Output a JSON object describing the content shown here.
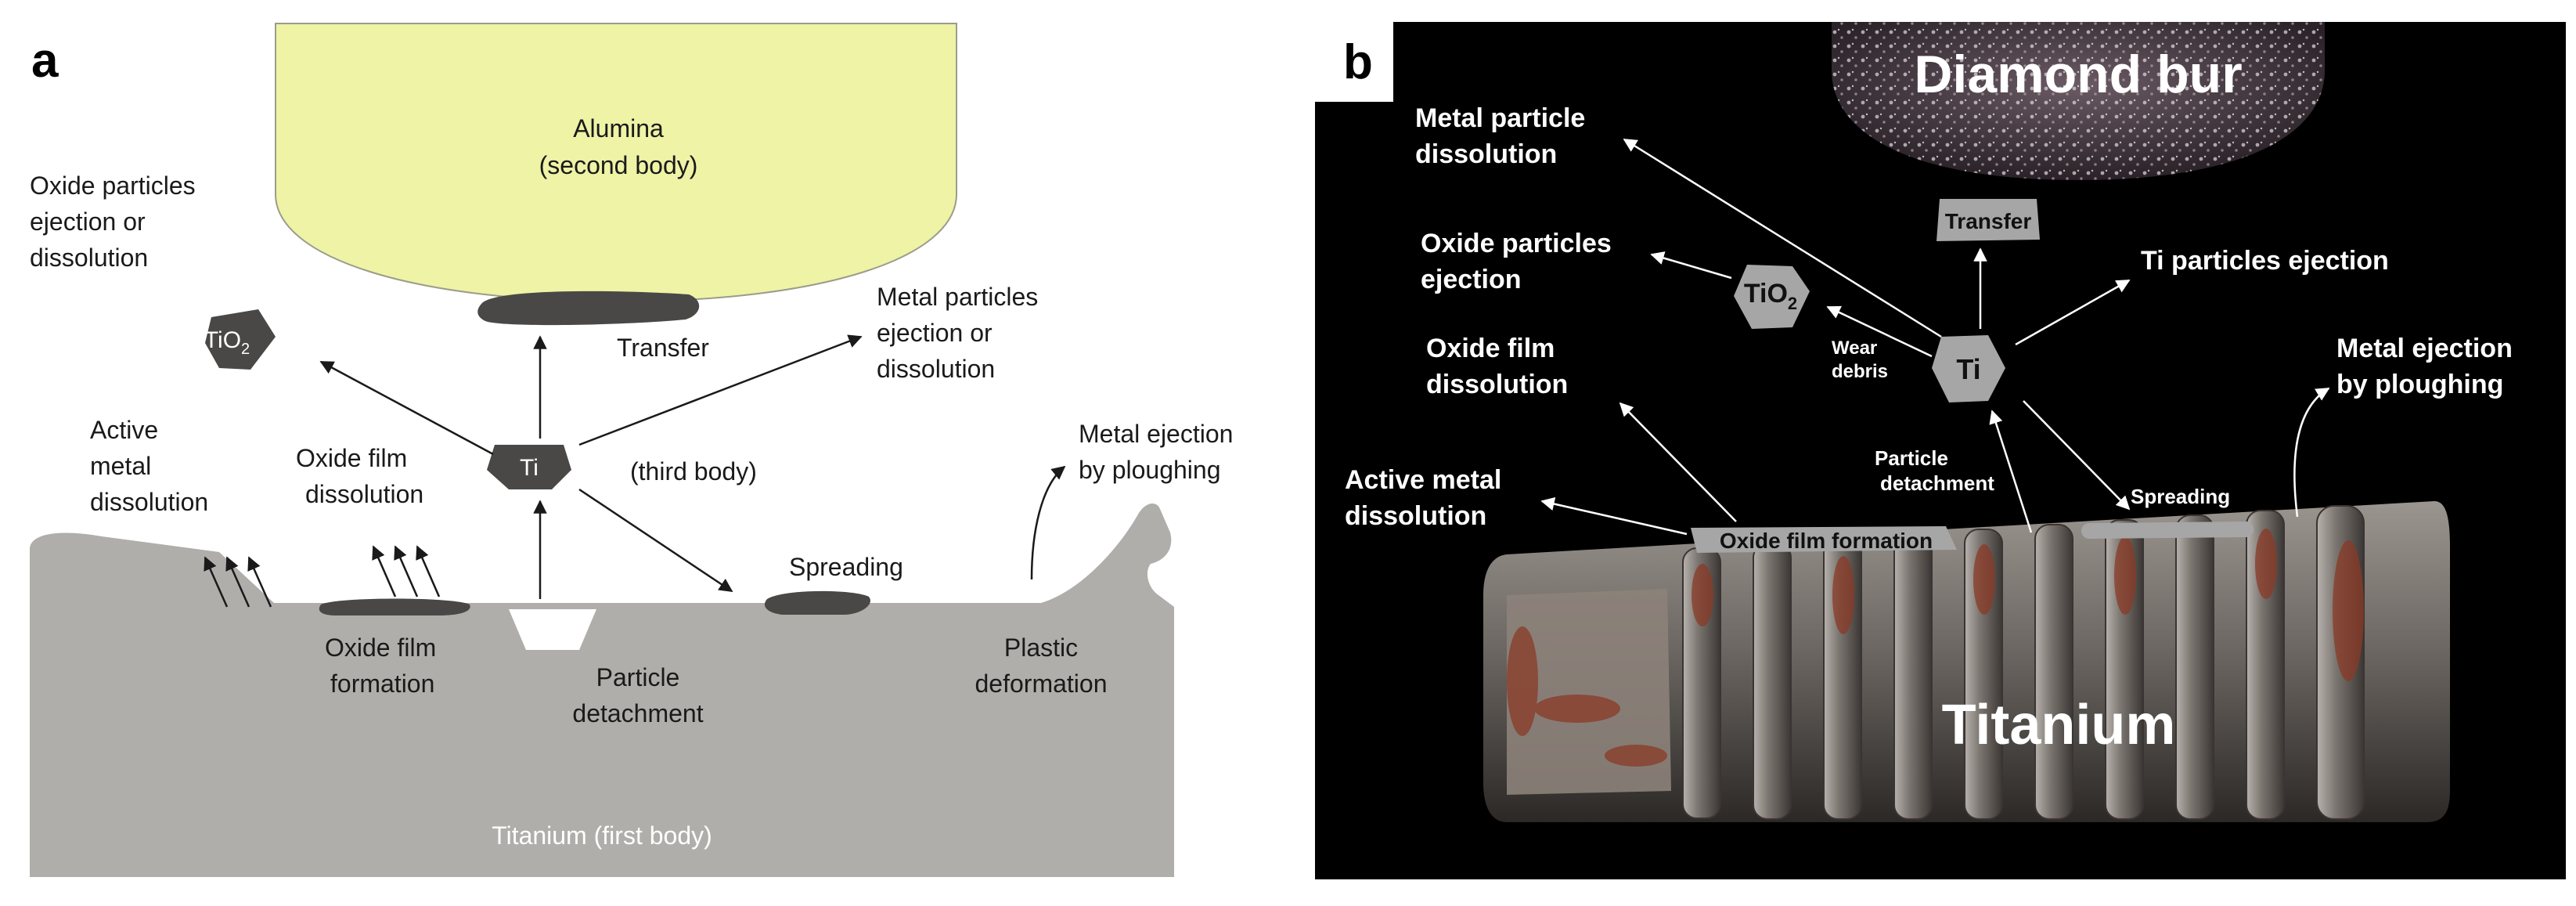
{
  "panel_a": {
    "letter": "a",
    "second_body": [
      "Alumina",
      "(second body)"
    ],
    "transfer": "Transfer",
    "tio2": {
      "main": "TiO",
      "sub": "2"
    },
    "oxide_particles": [
      "Oxide particles",
      "ejection or",
      "dissolution"
    ],
    "metal_particles": [
      "Metal particles",
      "ejection or",
      "dissolution"
    ],
    "active_metal": [
      "Active",
      "metal",
      "dissolution"
    ],
    "oxide_dissolution": [
      "Oxide film",
      "dissolution"
    ],
    "ti": "Ti",
    "third_body": "(third body)",
    "metal_ejection": [
      "Metal ejection",
      "by ploughing"
    ],
    "spreading": "Spreading",
    "oxide_formation": [
      "Oxide film",
      "formation"
    ],
    "particle_detachment": [
      "Particle",
      "detachment"
    ],
    "plastic_deformation": [
      "Plastic",
      "deformation"
    ],
    "first_body": "Titanium (first body)",
    "colors": {
      "alumina": "#eef3a6",
      "titanium": "#b0aeab",
      "particle": "#4a4846"
    }
  },
  "panel_b": {
    "letter": "b",
    "bur": "Diamond bur",
    "transfer": "Transfer",
    "metal_particle": [
      "Metal particle",
      "dissolution"
    ],
    "oxide_particles": [
      "Oxide particles",
      "ejection"
    ],
    "tio2": {
      "main": "TiO",
      "sub": "2"
    },
    "ti_ejection": "Ti particles ejection",
    "wear_debris": [
      "Wear",
      "debris"
    ],
    "ti": "Ti",
    "oxide_dissolution": [
      "Oxide film",
      "dissolution"
    ],
    "metal_ejection": [
      "Metal ejection",
      "by ploughing"
    ],
    "particle_detachment": [
      "Particle",
      "detachment"
    ],
    "active_metal": [
      "Active metal",
      "dissolution"
    ],
    "spreading": "Spreading",
    "oxide_formation": "Oxide film formation",
    "titanium": "Titanium",
    "colors": {
      "background": "#000000",
      "label_box": "#a6a6a6",
      "implant": "#7f7a76",
      "rust": "#8a3a26"
    }
  }
}
